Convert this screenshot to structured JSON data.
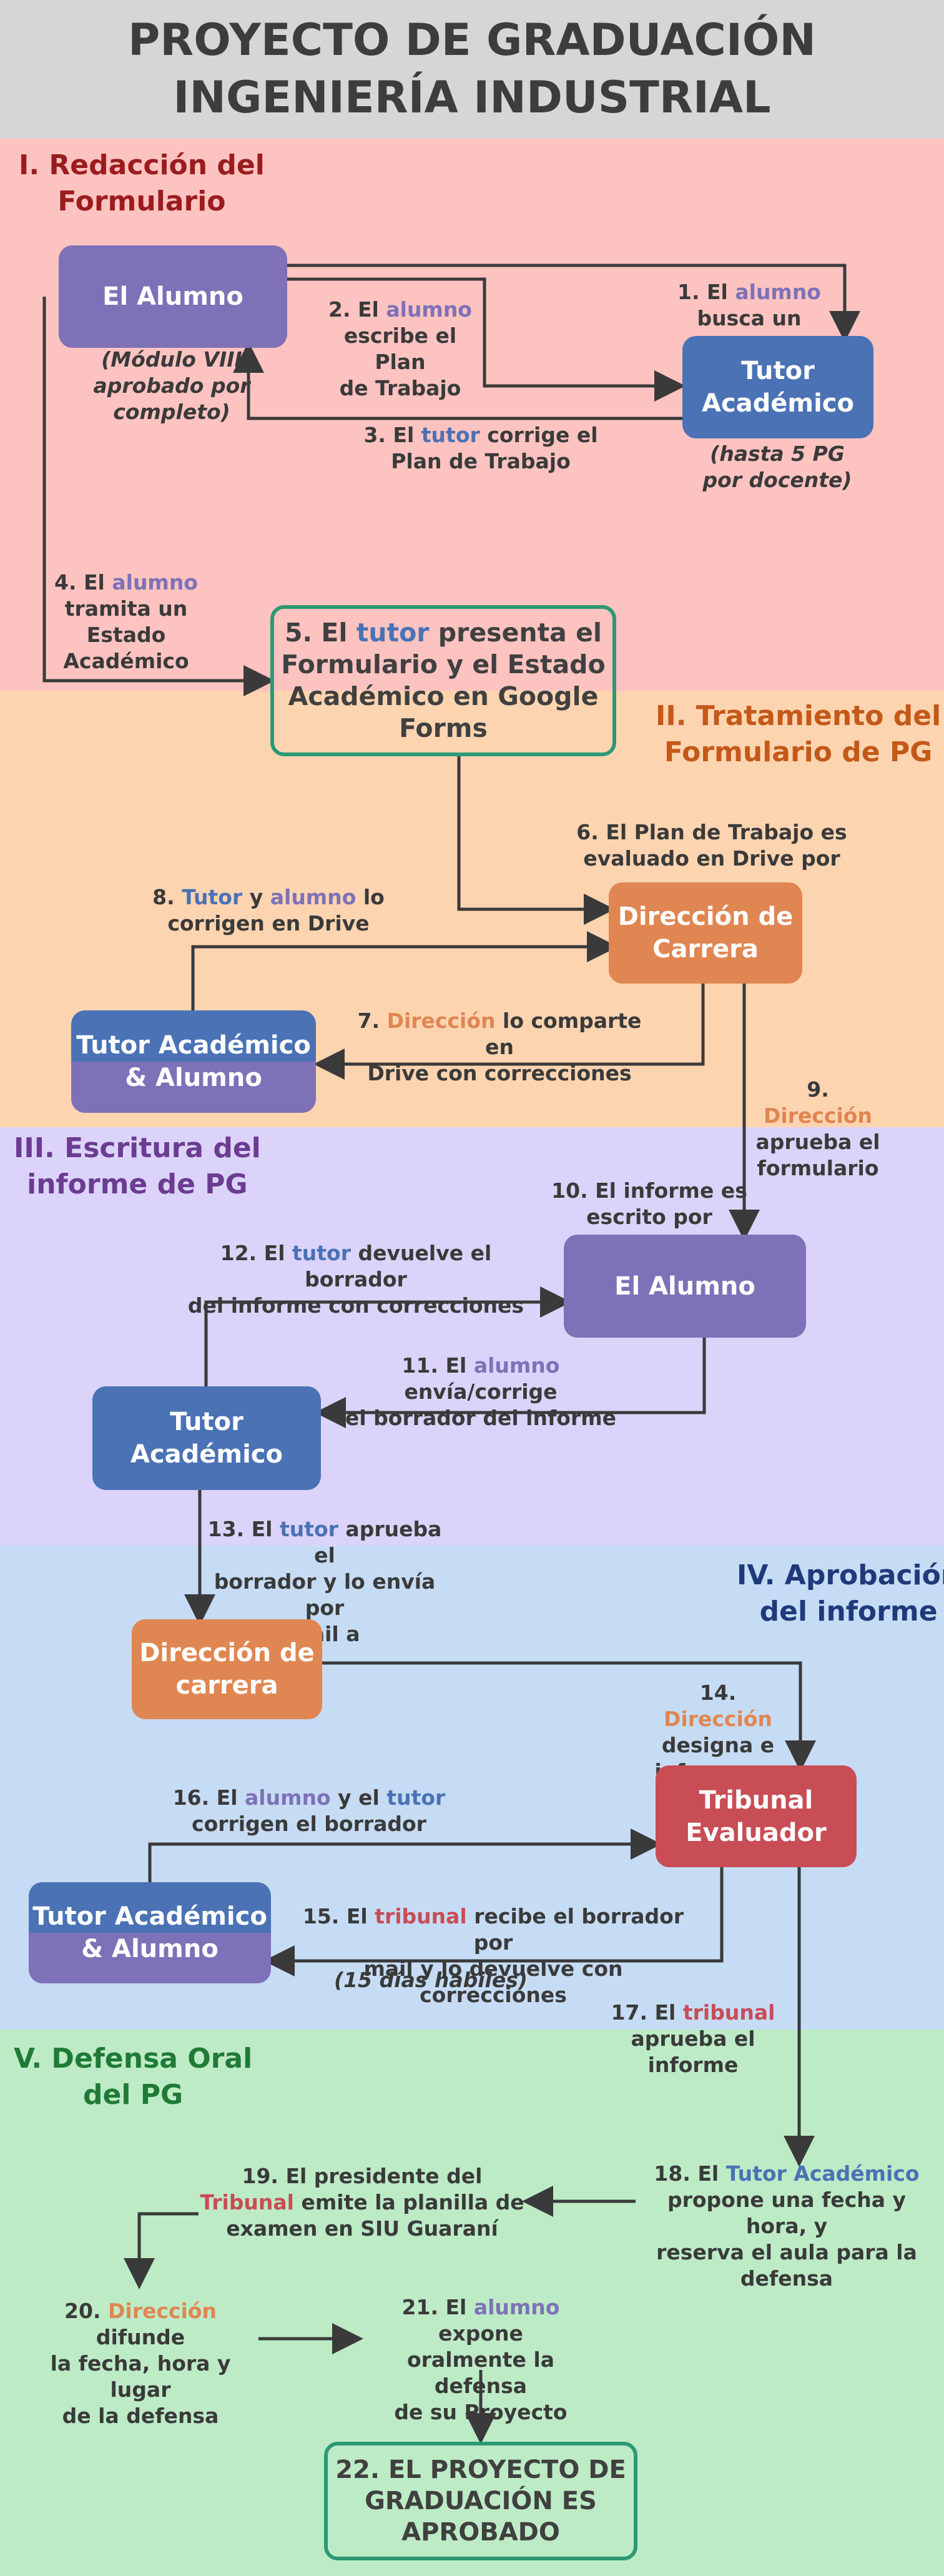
{
  "header": {
    "line1": "PROYECTO DE GRADUACIÓN",
    "line2": "INGENIERÍA INDUSTRIAL"
  },
  "sections": {
    "s1": {
      "line1": "I. Redacción del",
      "line2": "Formulario",
      "color": "#9b1c1f"
    },
    "s2": {
      "line1": "II. Tratamiento del",
      "line2": "Formulario de PG",
      "color": "#c45819"
    },
    "s3": {
      "line1": "III. Escritura del",
      "line2": "informe de PG",
      "color": "#6b3c91"
    },
    "s4": {
      "line1": "IV. Aprobación",
      "line2": "del informe",
      "color": "#1f3a7a"
    },
    "s5": {
      "line1": "V. Defensa Oral",
      "line2": "del PG",
      "color": "#1f7a35"
    }
  },
  "boxes": {
    "alumno1": "El Alumno",
    "tutor1_l1": "Tutor",
    "tutor1_l2": "Académico",
    "step5_l1a": "5. El ",
    "step5_l1b": "tutor",
    "step5_l1c": " presenta el",
    "step5_l2": "Formulario y el Estado",
    "step5_l3": "Académico en Google",
    "step5_l4": "Forms",
    "direccion1_l1": "Dirección de",
    "direccion1_l2": "Carrera",
    "tutoralumno1_l1": "Tutor Académico",
    "tutoralumno1_l2": "& Alumno",
    "alumno2": "El Alumno",
    "tutor2_l1": "Tutor",
    "tutor2_l2": "Académico",
    "direccion2_l1": "Dirección de",
    "direccion2_l2": "carrera",
    "tribunal_l1": "Tribunal",
    "tribunal_l2": "Evaluador",
    "tutoralumno2_l1": "Tutor Académico",
    "tutoralumno2_l2": "& Alumno",
    "final_l1": "22. EL PROYECTO DE",
    "final_l2": "GRADUACIÓN ES",
    "final_l3": "APROBADO"
  },
  "notes": {
    "modulo_l1": "(Módulo VIII",
    "modulo_l2": "aprobado por",
    "modulo_l3": "completo)",
    "hasta_l1": "(hasta 5 PG",
    "hasta_l2": "por docente)",
    "dias": "(15 días hábiles)"
  },
  "steps": {
    "s1a": "1. El ",
    "s1b": "alumno",
    "s1c": "busca un",
    "s2a": "2. El ",
    "s2b": "alumno",
    "s2c": "escribe el Plan",
    "s2d": "de Trabajo",
    "s3a": "3. El ",
    "s3b": "tutor",
    "s3c": " corrige el",
    "s3d": "Plan de Trabajo",
    "s4a": "4. El ",
    "s4b": "alumno",
    "s4c": "tramita un",
    "s4d": "Estado",
    "s4e": "Académico",
    "s6a": "6. El Plan de Trabajo es",
    "s6b": "evaluado en Drive por",
    "s7a": "7. ",
    "s7b": "Dirección",
    "s7c": " lo comparte en",
    "s7d": "Drive con correcciones",
    "s8a": "8. ",
    "s8b": "Tutor",
    "s8c": " y ",
    "s8d": "alumno",
    "s8e": " lo",
    "s8f": "corrigen en Drive",
    "s9a": "9. ",
    "s9b": "Dirección",
    "s9c": "aprueba el",
    "s9d": "formulario",
    "s10a": "10. El informe es",
    "s10b": "escrito por",
    "s11a": "11. El ",
    "s11b": "alumno",
    "s11c": " envía/corrige",
    "s11d": "el borrador del informe",
    "s12a": "12. El ",
    "s12b": "tutor",
    "s12c": " devuelve el borrador",
    "s12d": "del informe con correcciones",
    "s13a": "13. El ",
    "s13b": "tutor",
    "s13c": " aprueba el",
    "s13d": "borrador y lo envía por",
    "s13e": "mail a",
    "s14a": "14. ",
    "s14b": "Dirección",
    "s14c": "designa e",
    "s14d": "informa un",
    "s15a": "15. El ",
    "s15b": "tribunal",
    "s15c": " recibe el borrador por",
    "s15d": "mail y lo devuelve con correcciones",
    "s16a": "16. El ",
    "s16b": "alumno",
    "s16c": " y el ",
    "s16d": "tutor",
    "s16e": "corrigen el borrador",
    "s17a": "17. El ",
    "s17b": "tribunal",
    "s17c": "aprueba el informe",
    "s18a": "18. El ",
    "s18b": "Tutor Académico",
    "s18c": "propone una fecha y hora, y",
    "s18d": "reserva el aula para la",
    "s18e": "defensa",
    "s19a": "19. El presidente del",
    "s19b": "Tribunal",
    "s19c": " emite la planilla de",
    "s19d": "examen en SIU Guaraní",
    "s20a": "20. ",
    "s20b": "Dirección",
    "s20c": " difunde",
    "s20d": "la fecha, hora y lugar",
    "s20e": "de la defensa",
    "s21a": "21. El ",
    "s21b": "alumno",
    "s21c": " expone",
    "s21d": "oralmente la defensa",
    "s21e": "de su Proyecto"
  },
  "colors": {
    "alumno": "#7e71b8",
    "tutor": "#4a72b5",
    "direccion": "#e08652",
    "tribunal": "#c84d55",
    "outline": "#2b9a73"
  }
}
